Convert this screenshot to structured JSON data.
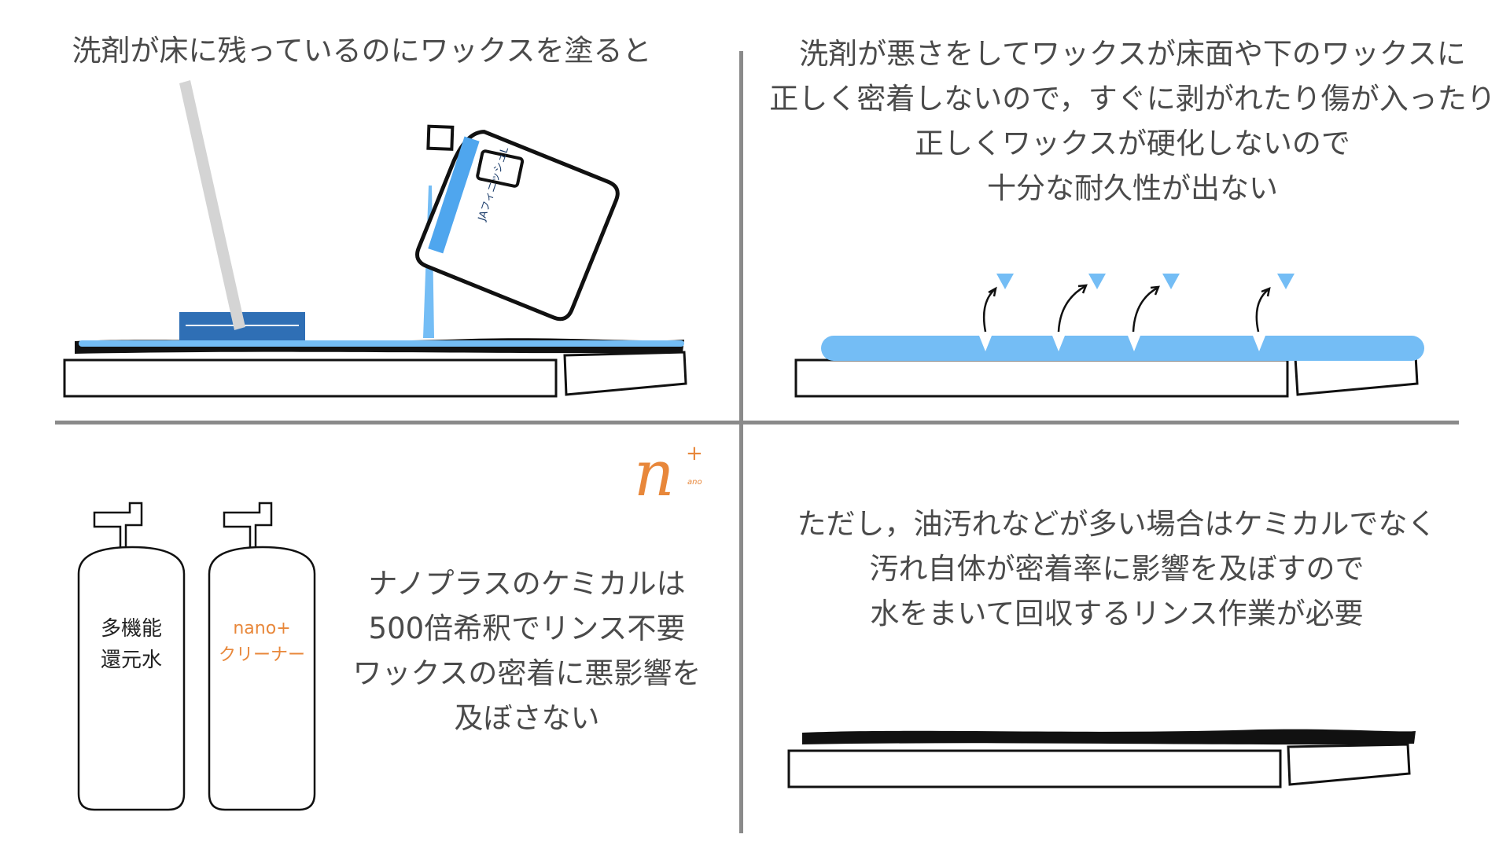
{
  "panels": {
    "top_left": {
      "caption": "洗剤が床に残っているのにワックスを塗ると",
      "bottle_label": "JAフィニッシュL"
    },
    "top_right": {
      "caption_lines": [
        "洗剤が悪さをしてワックスが床面や下のワックスに",
        "正しく密着しないので，すぐに剥がれたり傷が入ったり",
        "正しくワックスが硬化しないので",
        "十分な耐久性が出ない"
      ]
    },
    "bottom_left": {
      "bottle1_label_lines": [
        "多機能",
        "還元水"
      ],
      "bottle2_label_lines": [
        "nano+",
        "クリーナー"
      ],
      "caption_lines": [
        "ナノプラスのケミカルは",
        "500倍希釈でリンス不要",
        "ワックスの密着に悪影響を",
        "及ぼさない"
      ],
      "logo_text": "n",
      "logo_plus": "+",
      "logo_small": "ano"
    },
    "bottom_right": {
      "caption_lines": [
        "ただし，油汚れなどが多い場合はケミカルでなく",
        "汚れ自体が密着率に影響を及ぼすので",
        "水をまいて回収するリンス作業が必要"
      ]
    }
  },
  "colors": {
    "liquid_blue": "#74bdf5",
    "mop_blue": "#2f6fb5",
    "label_blue": "#4fa6ee",
    "accent_orange": "#e8873a",
    "divider_gray": "#8a8a8a",
    "text_gray": "#4a4a4a"
  }
}
